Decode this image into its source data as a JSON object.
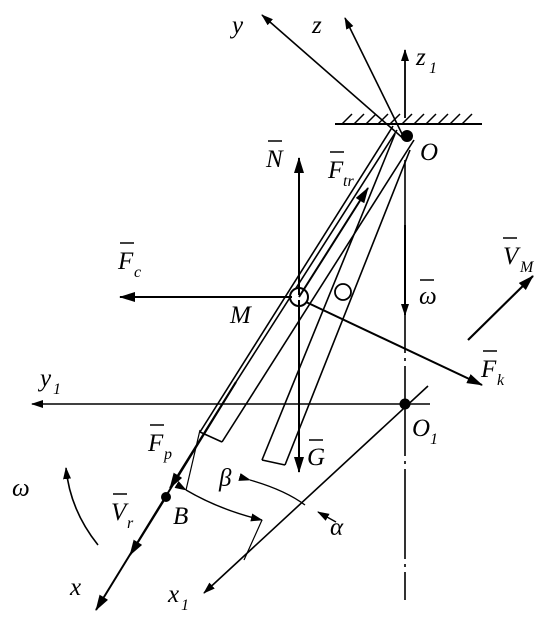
{
  "diagram": {
    "labels": {
      "y": "y",
      "z": "z",
      "z1": "z",
      "z1_sub": "1",
      "O": "O",
      "N": "N",
      "Ftr": "F",
      "Ftr_sub": "tr",
      "Fc": "F",
      "Fc_sub": "c",
      "VM": "V",
      "VM_sub": "M",
      "omega_vec": "ω",
      "M": "M",
      "Fk": "F",
      "Fk_sub": "k",
      "y1": "y",
      "y1_sub": "1",
      "O1": "O",
      "O1_sub": "1",
      "Fp": "F",
      "Fp_sub": "p",
      "G": "G",
      "omega": "ω",
      "beta": "β",
      "Vr": "V",
      "Vr_sub": "r",
      "B": "B",
      "alpha": "α",
      "x": "x",
      "x1": "x",
      "x1_sub": "1"
    },
    "colors": {
      "ink": "#000000",
      "background": "#ffffff"
    }
  }
}
